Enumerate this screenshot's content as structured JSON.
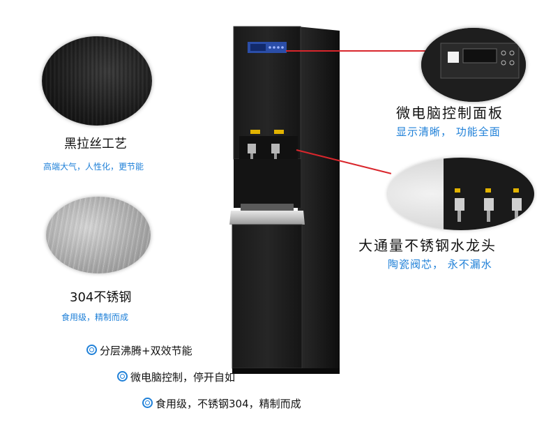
{
  "features": {
    "black_finish": {
      "title": "黑拉丝工艺",
      "subtitle": "高端大气，人性化，更节能"
    },
    "steel": {
      "title": "304不锈钢",
      "subtitle": "食用级，精制而成"
    },
    "panel": {
      "title": "微电脑控制面板",
      "subtitle": "显示清晰， 功能全面"
    },
    "tap": {
      "title": "大通量不锈钢水龙头",
      "subtitle": "陶瓷阀芯， 永不漏水"
    }
  },
  "bullets": [
    "分层沸腾+双效节能",
    "微电脑控制，停开自如",
    "食用级，不锈钢304，精制而成"
  ],
  "colors": {
    "accent_blue": "#1f80d8",
    "callout_red": "#d9262c",
    "cabinet": "#1a1a1a"
  }
}
